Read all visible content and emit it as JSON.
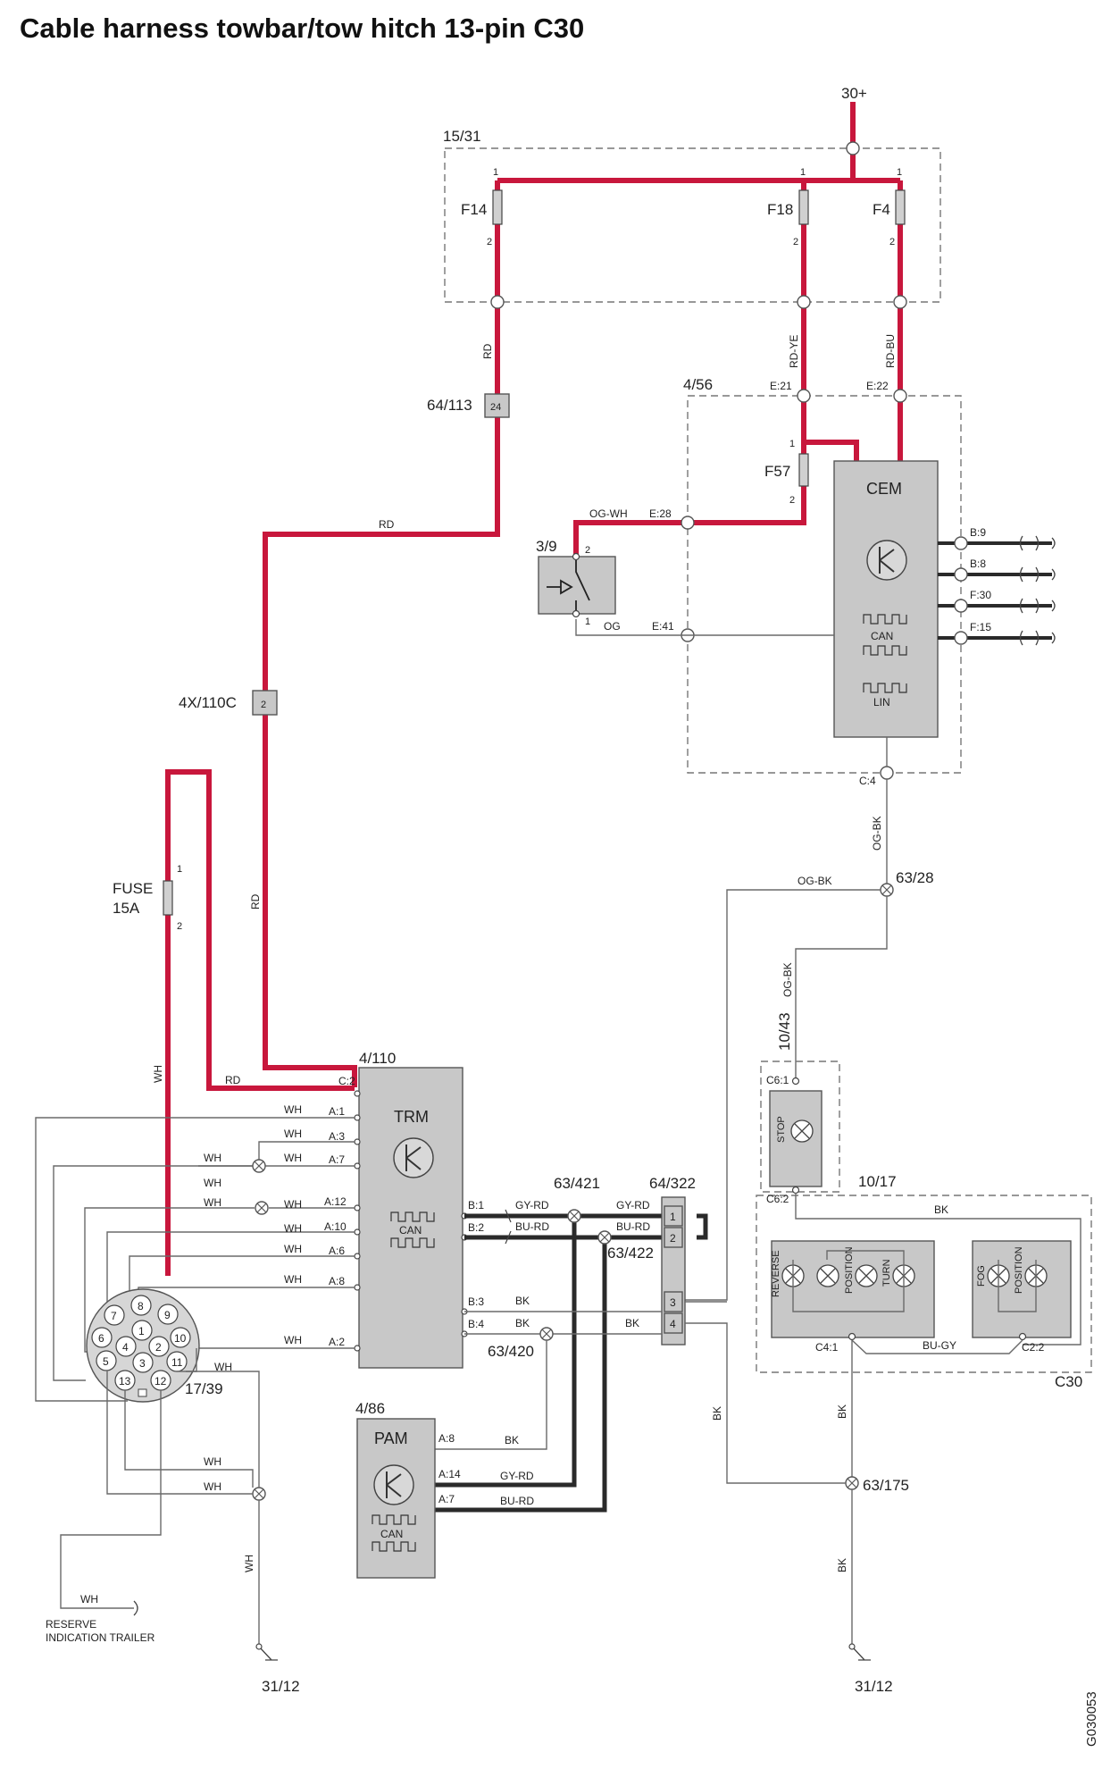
{
  "title": "Cable harness towbar/tow hitch 13-pin C30",
  "drawing_id": "G030053",
  "supply": "30+",
  "fusebox": {
    "id": "15/31",
    "fuses": [
      "F14",
      "F18",
      "F4"
    ],
    "pin1": "1",
    "pin2": "2"
  },
  "wires": {
    "rd": "RD",
    "rd_ye": "RD-YE",
    "rd_bu": "RD-BU",
    "og_wh": "OG-WH",
    "og": "OG",
    "og_bk": "OG-BK",
    "wh": "WH",
    "gy_rd": "GY-RD",
    "bu_rd": "BU-RD",
    "bk": "BK",
    "bu_gy": "BU-GY"
  },
  "connectors": {
    "c64_113": "64/113",
    "c64_113_pin": "24",
    "c4x_110c": "4X/110C",
    "c4x_110c_pin": "2",
    "c63_421": "63/421",
    "c63_422": "63/422",
    "c63_420": "63/420",
    "c64_322": "64/322",
    "c63_28": "63/28",
    "c63_175": "63/175",
    "c10_43": "10/43",
    "c10_17": "10/17",
    "c17_39": "17/39",
    "ground": "31/12",
    "c30": "C30"
  },
  "cem": {
    "id": "4/56",
    "name": "CEM",
    "fuse": "F57",
    "pins": {
      "e21": "E:21",
      "e22": "E:22",
      "e28": "E:28",
      "e41": "E:41",
      "b9": "B:9",
      "b8": "B:8",
      "f30": "F:30",
      "f15": "F:15",
      "c4": "C:4"
    },
    "can": "CAN",
    "lin": "LIN"
  },
  "switch": {
    "id": "3/9",
    "p1": "1",
    "p2": "2"
  },
  "trm": {
    "id": "4/110",
    "name": "TRM",
    "can": "CAN",
    "pins": [
      "C:2",
      "A:1",
      "A:3",
      "A:7",
      "A:12",
      "A:10",
      "A:6",
      "A:8",
      "A:2",
      "B:1",
      "B:2",
      "B:3",
      "B:4"
    ]
  },
  "pam": {
    "id": "4/86",
    "name": "PAM",
    "can": "CAN",
    "pins": [
      "A:8",
      "A:14",
      "A:7"
    ]
  },
  "fuse15a": {
    "l1": "FUSE",
    "l2": "15A",
    "p1": "1",
    "p2": "2"
  },
  "socket_pins": [
    "1",
    "2",
    "3",
    "4",
    "5",
    "6",
    "7",
    "8",
    "9",
    "10",
    "11",
    "12",
    "13"
  ],
  "reserve": {
    "l1": "RESERVE",
    "l2": "INDICATION TRAILER"
  },
  "lamps": {
    "stop": "STOP",
    "reverse": "REVERSE",
    "position": "POSITION",
    "turn": "TURN",
    "fog": "FOG",
    "c6_1": "C6:1",
    "c6_2": "C6:2",
    "c4_1": "C4:1",
    "c2_2": "C2:2"
  },
  "rail_pins": [
    "1",
    "2",
    "3",
    "4"
  ]
}
